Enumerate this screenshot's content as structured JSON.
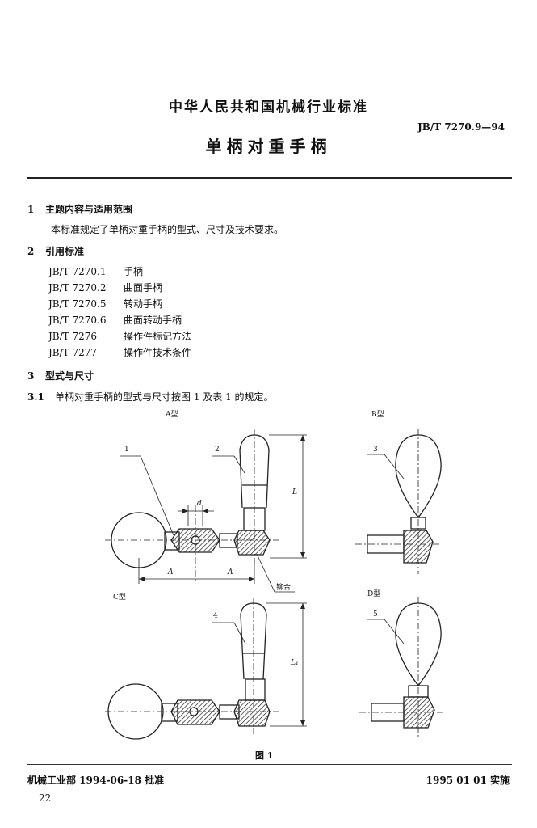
{
  "header": {
    "organization": "中华人民共和国机械行业标准",
    "standard_number": "JB/T 7270.9—94",
    "title": "单柄对重手柄"
  },
  "sections": {
    "s1": {
      "number": "1",
      "title": "主题内容与适用范围",
      "text": "本标准规定了单柄对重手柄的型式、尺寸及技术要求。"
    },
    "s2": {
      "number": "2",
      "title": "引用标准"
    },
    "s3": {
      "number": "3",
      "title": "型式与尺寸"
    },
    "s31": {
      "number": "3.1",
      "text": "单柄对重手柄的型式与尺寸按图 1 及表 1 的规定。"
    }
  },
  "references": [
    {
      "code": "JB/T 7270.1",
      "name": "手柄"
    },
    {
      "code": "JB/T 7270.2",
      "name": "曲面手柄"
    },
    {
      "code": "JB/T 7270.5",
      "name": "转动手柄"
    },
    {
      "code": "JB/T 7270.6",
      "name": "曲面转动手柄"
    },
    {
      "code": "JB/T 7276",
      "name": "操作件标记方法"
    },
    {
      "code": "JB/T 7277",
      "name": "操作件技术条件"
    }
  ],
  "figure": {
    "type_a": "A型",
    "type_b": "B型",
    "type_c": "C型",
    "type_d": "D型",
    "callouts": [
      "1",
      "2",
      "3",
      "4",
      "5"
    ],
    "dim_d": "d",
    "dim_a": "A",
    "dim_l": "L",
    "dim_l1": "L₁",
    "note_fit": "铆合",
    "caption": "图 1"
  },
  "footer": {
    "approval": "机械工业部 1994-06-18 批准",
    "effective": "1995 01 01 实施",
    "page_number": "22"
  }
}
